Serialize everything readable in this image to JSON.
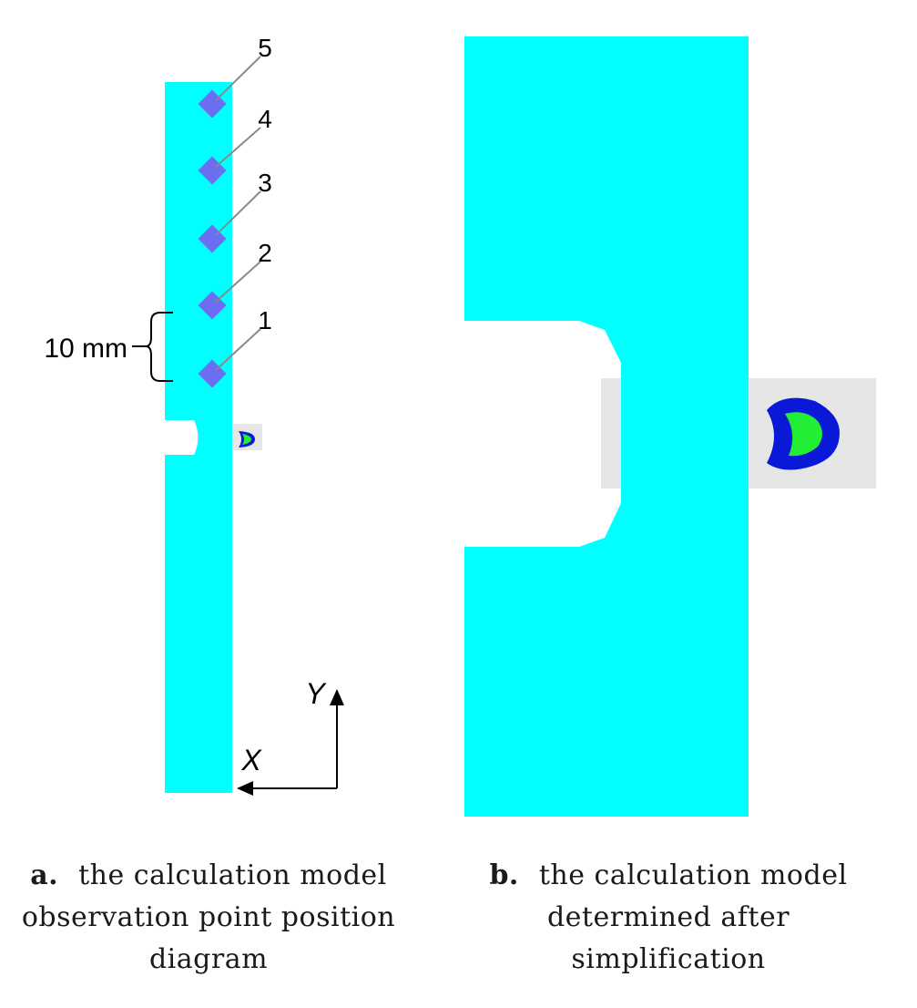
{
  "panel_a": {
    "points": [
      {
        "label": "1"
      },
      {
        "label": "2"
      },
      {
        "label": "3"
      },
      {
        "label": "4"
      },
      {
        "label": "5"
      }
    ],
    "dimension_label": "10 mm",
    "axis_y_label": "Y",
    "axis_x_label": "X",
    "caption_letter": "a.",
    "caption_text": "the calculation model observation point position diagram"
  },
  "panel_b": {
    "caption_letter": "b.",
    "caption_text": "the calculation model determined after simplification"
  },
  "colors": {
    "part": "#00ffff",
    "marker": "#6b6ef0",
    "background_block": "#e6e6e6",
    "pool_outer": "#0a18d8",
    "pool_inner": "#22ee33"
  }
}
